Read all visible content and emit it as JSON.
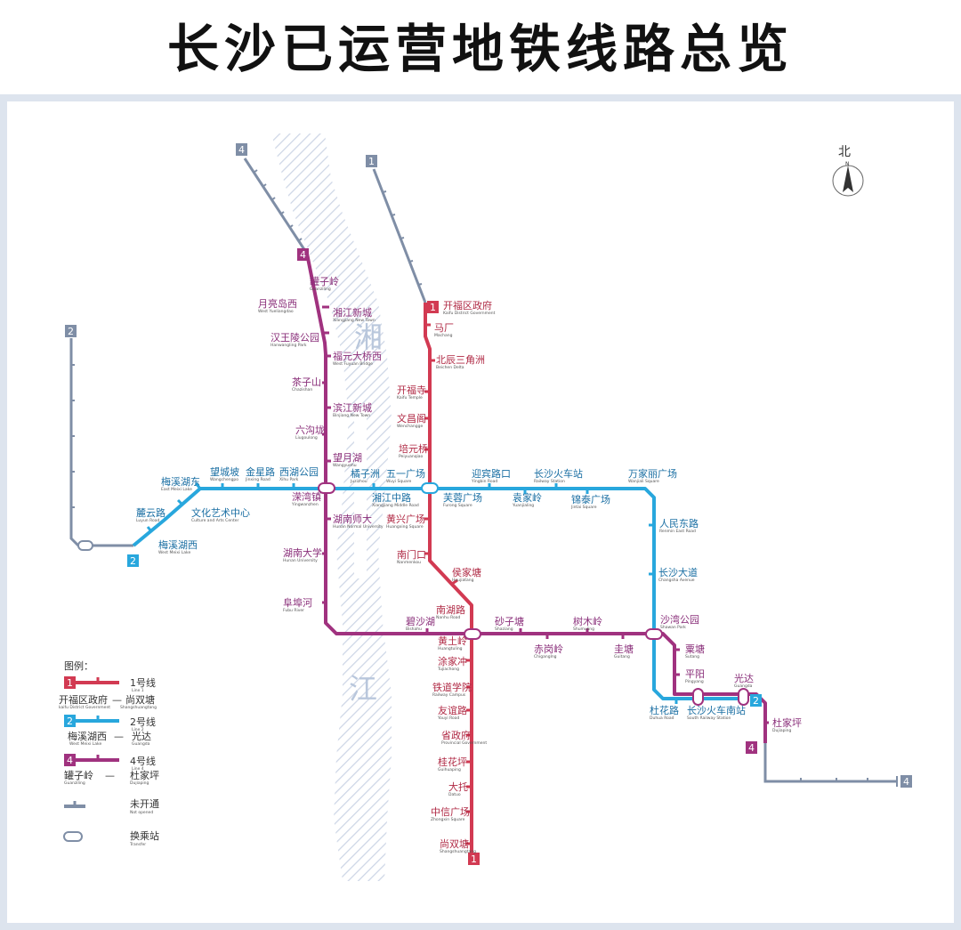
{
  "title": "长沙已运营地铁线路总览",
  "river": {
    "chars": [
      "湘",
      "江"
    ]
  },
  "compass": {
    "label": "北",
    "sub": "N"
  },
  "colors": {
    "line1": "#d23a52",
    "line2": "#28a7dd",
    "line4": "#a0327f",
    "unopened": "#7f8ea6",
    "river": "#cfd8e8"
  },
  "line_badges": {
    "line1": "1",
    "line2": "2",
    "line4": "4"
  },
  "stations": [
    {
      "zh": "罐子岭",
      "en": "Guanziling",
      "line": "4"
    },
    {
      "zh": "月亮岛西",
      "en": "West Yueliangdao",
      "line": "4"
    },
    {
      "zh": "湘江新城",
      "en": "Xiangjiang New Town",
      "line": "4"
    },
    {
      "zh": "汉王陵公园",
      "en": "Hanwangling Park",
      "line": "4"
    },
    {
      "zh": "福元大桥西",
      "en": "West Fuyuan Bridge",
      "line": "4"
    },
    {
      "zh": "茶子山",
      "en": "Chazishan",
      "line": "4"
    },
    {
      "zh": "滨江新城",
      "en": "Binjiang New Town",
      "line": "4"
    },
    {
      "zh": "六沟垅",
      "en": "Liugoulong",
      "line": "4"
    },
    {
      "zh": "望月湖",
      "en": "Wangyuehu",
      "line": "4"
    },
    {
      "zh": "溁湾镇",
      "en": "Yingwanzhen",
      "line": "4"
    },
    {
      "zh": "湖南师大",
      "en": "Hunan Normal University",
      "line": "4"
    },
    {
      "zh": "湖南大学",
      "en": "Hunan University",
      "line": "4"
    },
    {
      "zh": "阜埠河",
      "en": "Fubu River",
      "line": "4"
    },
    {
      "zh": "碧沙湖",
      "en": "Bishahu",
      "line": "4"
    },
    {
      "zh": "砂子塘",
      "en": "Shaziang",
      "line": "4"
    },
    {
      "zh": "赤岗岭",
      "en": "Chiganglng",
      "line": "4"
    },
    {
      "zh": "树木岭",
      "en": "Shumuling",
      "line": "4"
    },
    {
      "zh": "圭塘",
      "en": "Guitang",
      "line": "4"
    },
    {
      "zh": "沙湾公园",
      "en": "Shawan Park",
      "line": "4"
    },
    {
      "zh": "粟塘",
      "en": "Sutang",
      "line": "4"
    },
    {
      "zh": "平阳",
      "en": "Pingyang",
      "line": "4"
    },
    {
      "zh": "光达",
      "en": "Guangda",
      "line": "4"
    },
    {
      "zh": "杜家坪",
      "en": "Dujiaping",
      "line": "4"
    },
    {
      "zh": "开福区政府",
      "en": "Kaifu District Government",
      "line": "1"
    },
    {
      "zh": "马厂",
      "en": "Machang",
      "line": "1"
    },
    {
      "zh": "北辰三角洲",
      "en": "Beichen Delta",
      "line": "1"
    },
    {
      "zh": "开福寺",
      "en": "Kaifu Temple",
      "line": "1"
    },
    {
      "zh": "文昌阁",
      "en": "Wenchangge",
      "line": "1"
    },
    {
      "zh": "培元桥",
      "en": "Peiyuanqiao",
      "line": "1"
    },
    {
      "zh": "黄兴广场",
      "en": "Huangxing Square",
      "line": "1"
    },
    {
      "zh": "南门口",
      "en": "Nanmenkou",
      "line": "1"
    },
    {
      "zh": "侯家塘",
      "en": "Houjiatang",
      "line": "1"
    },
    {
      "zh": "南湖路",
      "en": "Nanhu Road",
      "line": "1"
    },
    {
      "zh": "黄土岭",
      "en": "Huangtuling",
      "line": "1"
    },
    {
      "zh": "涂家冲",
      "en": "Tujiachong",
      "line": "1"
    },
    {
      "zh": "铁道学院",
      "en": "Railway Campus",
      "line": "1"
    },
    {
      "zh": "友谊路",
      "en": "Youyi Road",
      "line": "1"
    },
    {
      "zh": "省政府",
      "en": "Provincial Government",
      "line": "1"
    },
    {
      "zh": "桂花坪",
      "en": "Guihuaping",
      "line": "1"
    },
    {
      "zh": "大托",
      "en": "Datuo",
      "line": "1"
    },
    {
      "zh": "中信广场",
      "en": "Zhongxin Square",
      "line": "1"
    },
    {
      "zh": "尚双塘",
      "en": "Shangshuangtang",
      "line": "1"
    },
    {
      "zh": "梅溪湖东",
      "en": "East Meixi Lake",
      "line": "2"
    },
    {
      "zh": "望城坡",
      "en": "Wangchengpo",
      "line": "2"
    },
    {
      "zh": "金星路",
      "en": "Jinxing Road",
      "line": "2"
    },
    {
      "zh": "西湖公园",
      "en": "Xihu Park",
      "line": "2"
    },
    {
      "zh": "橘子洲",
      "en": "Juzizhou",
      "line": "2"
    },
    {
      "zh": "湘江中路",
      "en": "Xiangjiang Middle Road",
      "line": "2"
    },
    {
      "zh": "五一广场",
      "en": "Wuyi Square",
      "line": "2"
    },
    {
      "zh": "芙蓉广场",
      "en": "Furong Square",
      "line": "2"
    },
    {
      "zh": "迎宾路口",
      "en": "Yingbin Road",
      "line": "2"
    },
    {
      "zh": "袁家岭",
      "en": "Yuanjialing",
      "line": "2"
    },
    {
      "zh": "长沙火车站",
      "en": "Railway Station",
      "line": "2"
    },
    {
      "zh": "锦泰广场",
      "en": "Jintai Square",
      "line": "2"
    },
    {
      "zh": "万家丽广场",
      "en": "Wanjiali Square",
      "line": "2"
    },
    {
      "zh": "人民东路",
      "en": "Renmin East Road",
      "line": "2"
    },
    {
      "zh": "长沙大道",
      "en": "Changsha Avenue",
      "line": "2"
    },
    {
      "zh": "杜花路",
      "en": "Duhua Road",
      "line": "2"
    },
    {
      "zh": "长沙火车南站",
      "en": "South Railway Station",
      "line": "2"
    },
    {
      "zh": "麓云路",
      "en": "Luyun Road",
      "line": "2"
    },
    {
      "zh": "文化艺术中心",
      "en": "Culture and Arts Center",
      "line": "2"
    },
    {
      "zh": "梅溪湖西",
      "en": "West Meixi Lake",
      "line": "2"
    }
  ],
  "legend": {
    "heading": "图例：",
    "items": [
      {
        "badge": "1",
        "name": "1号线",
        "en": "Line 1",
        "from": "开福区政府",
        "from_en": "kaifu District Government",
        "to": "尚双塘",
        "to_en": "Shangshuangtang",
        "color": "#d23a52"
      },
      {
        "badge": "2",
        "name": "2号线",
        "en": "Line 2",
        "from": "梅溪湖西",
        "from_en": "West Meixi Lake",
        "to": "光达",
        "to_en": "Guangda",
        "color": "#28a7dd"
      },
      {
        "badge": "4",
        "name": "4号线",
        "en": "Line 4",
        "from": "罐子岭",
        "from_en": "Guanziling",
        "to": "杜家坪",
        "to_en": "Dujiaping",
        "color": "#a0327f"
      }
    ],
    "unopened": {
      "zh": "未开通",
      "en": "Not opened"
    },
    "transfer": {
      "zh": "换乘站",
      "en": "Transfer"
    }
  }
}
